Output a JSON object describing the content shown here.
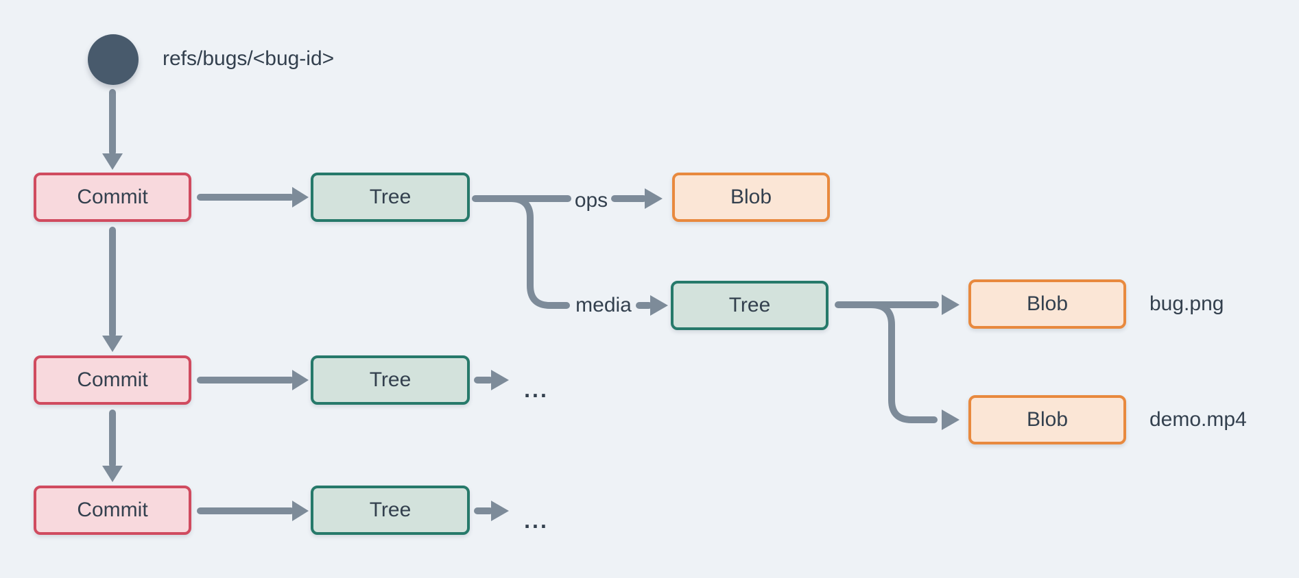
{
  "labels": {
    "ref": "refs/bugs/<bug-id>",
    "edge_ops": "ops",
    "edge_media": "media",
    "file_bug": "bug.png",
    "file_demo": "demo.mp4",
    "ellipsis": "..."
  },
  "nodes": {
    "commit1": "Commit",
    "commit2": "Commit",
    "commit3": "Commit",
    "tree1": "Tree",
    "tree2": "Tree",
    "tree3": "Tree",
    "tree_media": "Tree",
    "blob_ops": "Blob",
    "blob_bug": "Blob",
    "blob_demo": "Blob"
  },
  "colors": {
    "background": "#eef2f6",
    "connector": "#7d8b99",
    "text": "#33404e",
    "ref_circle": "#485a6c",
    "commit_fill": "#f8d9dd",
    "commit_border": "#d04b5f",
    "tree_fill": "#d3e2dc",
    "tree_border": "#26796a",
    "blob_fill": "#fbe6d6",
    "blob_border": "#e8893e"
  }
}
